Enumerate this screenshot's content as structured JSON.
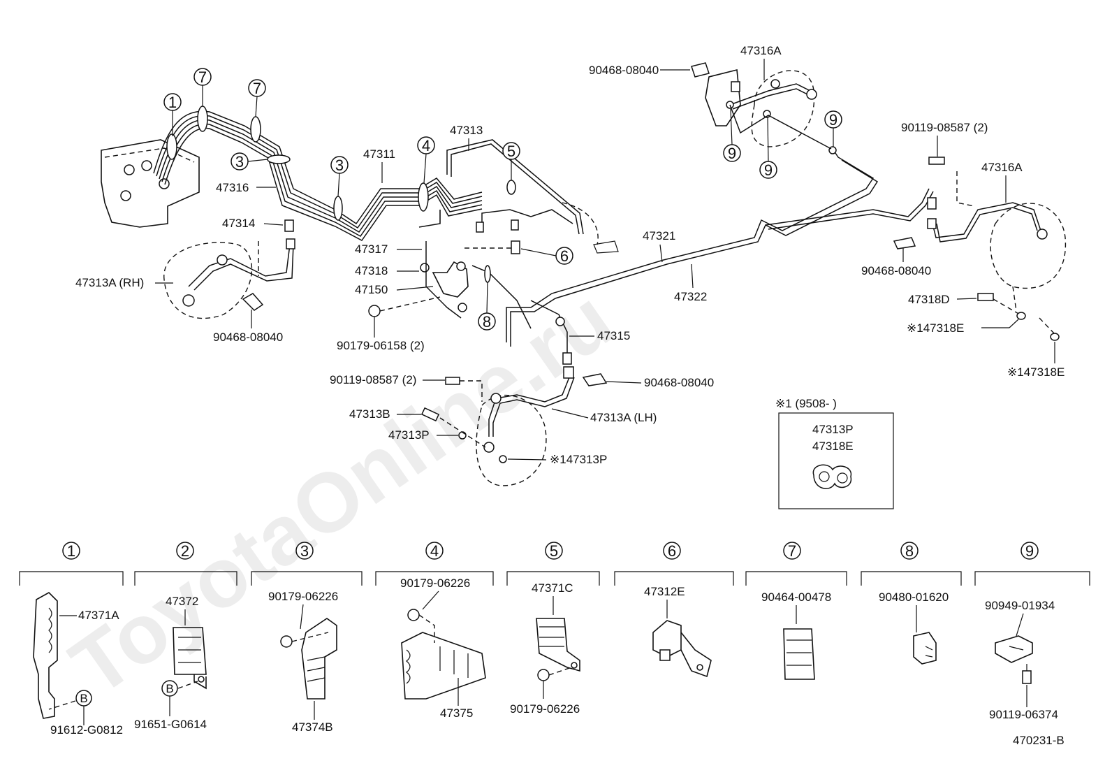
{
  "watermark": "ToyotaOnline.ru",
  "figure_code": "470231-B",
  "callouts": {
    "c1": "1",
    "c2": "2",
    "c3": "3",
    "c4": "4",
    "c5": "5",
    "c6": "6",
    "c7": "7",
    "c8": "8",
    "c9": "9"
  },
  "labels": {
    "p47316": "47316",
    "p47314": "47314",
    "p47313A_RH": "47313A (RH)",
    "p90468_a": "90468-08040",
    "p47311": "47311",
    "p47313": "47313",
    "p47317": "47317",
    "p47318": "47318",
    "p47150": "47150",
    "p90179_06158": "90179-06158 (2)",
    "p47321": "47321",
    "p47322": "47322",
    "p47315": "47315",
    "p90119_a": "90119-08587 (2)",
    "p90468_b": "90468-08040",
    "p47313B": "47313B",
    "p47313A_LH": "47313A (LH)",
    "p47313P": "47313P",
    "p147313P": "※147313P",
    "p90468_top": "90468-08040",
    "p47316A_top": "47316A",
    "p90119_b": "90119-08587 (2)",
    "p47316A_right": "47316A",
    "p90468_right": "90468-08040",
    "p47318D": "47318D",
    "p147318E_a": "※147318E",
    "p147318E_b": "※147318E"
  },
  "note_box": {
    "header": "※1 (9508-        )",
    "line1": "47313P",
    "line2": "47318E"
  },
  "details": {
    "d1": {
      "num": "1",
      "part": "47371A",
      "bolt": "91612-G0812",
      "ref": "B"
    },
    "d2": {
      "num": "2",
      "part": "47372",
      "bolt": "91651-G0614",
      "ref": "B"
    },
    "d3": {
      "num": "3",
      "bolt": "90179-06226",
      "part": "47374B"
    },
    "d4": {
      "num": "4",
      "bolt": "90179-06226",
      "part": "47375"
    },
    "d5": {
      "num": "5",
      "part": "47371C",
      "bolt": "90179-06226"
    },
    "d6": {
      "num": "6",
      "part": "47312E"
    },
    "d7": {
      "num": "7",
      "part": "90464-00478"
    },
    "d8": {
      "num": "8",
      "part": "90480-01620"
    },
    "d9": {
      "num": "9",
      "part": "90949-01934",
      "bolt": "90119-06374"
    }
  }
}
